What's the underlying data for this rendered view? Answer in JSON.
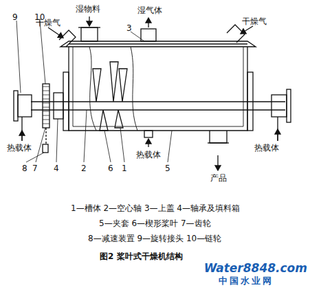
{
  "diagram": {
    "caption": "图2 桨叶式干燥机结构",
    "labels": [
      "湿物料",
      "湿气体",
      "干燥气",
      "干燥气",
      "3",
      "9",
      "10",
      "热载体",
      "热载体",
      "热载体",
      "产品",
      "8",
      "7",
      "4",
      "2",
      "6",
      "1",
      "5",
      "1—槽体 2—空心轴 3—上盖 4—轴承及填料箱",
      "5—夹套 6—楔形桨叶 7—齿轮",
      "8—减速装置 9—旋转接头 10—链轮",
      "Water8848.com",
      "中国水业网"
    ]
  }
}
